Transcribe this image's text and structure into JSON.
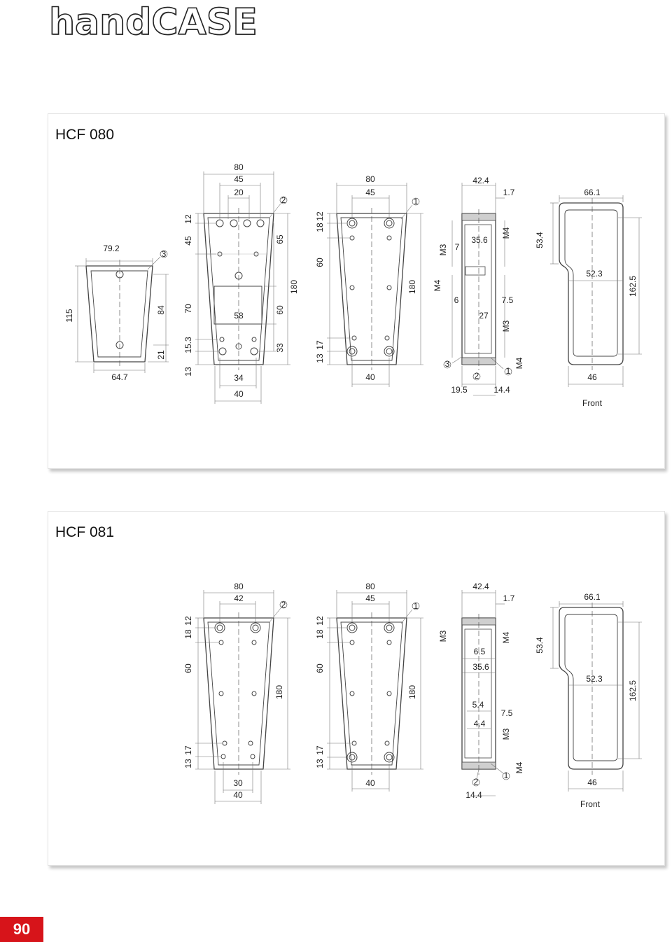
{
  "brand": "handCASE",
  "page_number": "90",
  "hcf080": {
    "title": "HCF 080",
    "v1": {
      "w": "79.2",
      "h": "115",
      "bottom": "64.7",
      "d84": "84",
      "d21": "21",
      "callout": "3"
    },
    "v2": {
      "top": [
        "80",
        "45",
        "20"
      ],
      "left": [
        "12",
        "45",
        "70",
        "15.3",
        "13"
      ],
      "right": [
        "65",
        "180",
        "60",
        "33"
      ],
      "win": "58",
      "bottom": [
        "34",
        "40"
      ],
      "callout": "2"
    },
    "v3": {
      "top": [
        "80",
        "45"
      ],
      "left": [
        "18",
        "12",
        "60",
        "13",
        "17"
      ],
      "right": "180",
      "bottom": "40",
      "callout": "1"
    },
    "v4": {
      "top": "42.4",
      "lip": "1.7",
      "labels": [
        "M3",
        "7",
        "35.6",
        "M4",
        "M4",
        "6",
        "7.5",
        "27",
        "M3",
        "M4"
      ],
      "bottom": [
        "19.5",
        "14.4"
      ],
      "callouts": [
        "3",
        "2",
        "1"
      ]
    },
    "v5": {
      "top": "66.1",
      "dims": [
        "53.4",
        "52.3",
        "162.5"
      ],
      "bottom": "46",
      "label": "Front"
    }
  },
  "hcf081": {
    "title": "HCF 081",
    "v2": {
      "top": [
        "80",
        "42"
      ],
      "left": [
        "18",
        "12",
        "60",
        "13",
        "17"
      ],
      "right": "180",
      "bottom": [
        "30",
        "40"
      ],
      "callout": "2"
    },
    "v3": {
      "top": [
        "80",
        "45"
      ],
      "left": [
        "18",
        "12",
        "60",
        "13",
        "17"
      ],
      "right": "180",
      "bottom": "40",
      "callout": "1"
    },
    "v4": {
      "top": "42.4",
      "lip": "1.7",
      "labels": [
        "M3",
        "M4",
        "6.5",
        "35.6",
        "5.4",
        "7.5",
        "4.4",
        "M3",
        "M4"
      ],
      "bottom": "14.4",
      "callouts": [
        "2",
        "1"
      ]
    },
    "v5": {
      "top": "66.1",
      "dims": [
        "53.4",
        "52.3",
        "162.5"
      ],
      "bottom": "46",
      "label": "Front"
    }
  }
}
